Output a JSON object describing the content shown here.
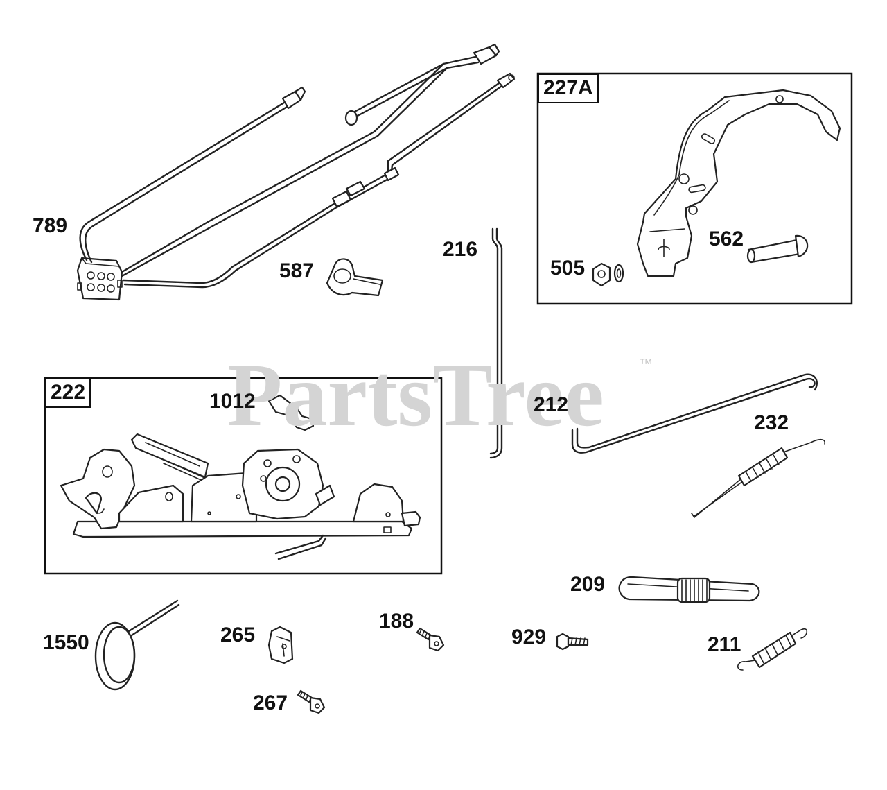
{
  "watermark": {
    "text": "PartsTree",
    "tm": "™"
  },
  "boxes": [
    {
      "id": "box-227a",
      "label": "227A"
    },
    {
      "id": "box-222",
      "label": "222"
    }
  ],
  "callouts": {
    "p789": "789",
    "p587": "587",
    "p216": "216",
    "p227a": "227A",
    "p562": "562",
    "p505": "505",
    "p222": "222",
    "p1012": "1012",
    "p212": "212",
    "p232": "232",
    "p209": "209",
    "p1550": "1550",
    "p265": "265",
    "p188": "188",
    "p929": "929",
    "p211": "211",
    "p267": "267"
  }
}
